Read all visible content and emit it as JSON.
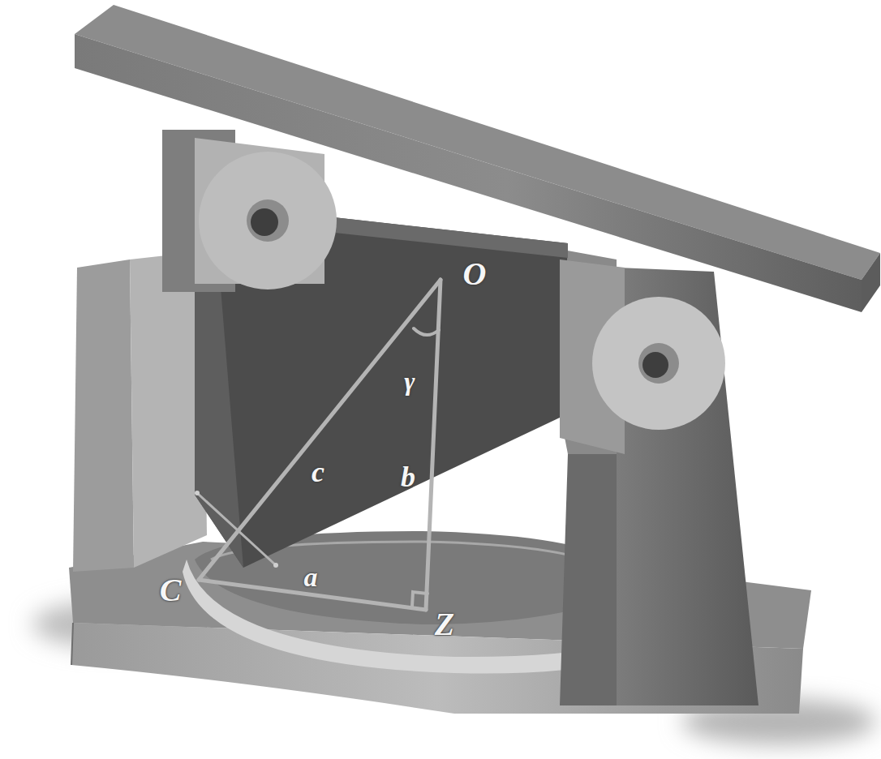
{
  "diagram": {
    "labels": [
      "O",
      "γ",
      "c",
      "b",
      "C",
      "a",
      "Z"
    ]
  }
}
